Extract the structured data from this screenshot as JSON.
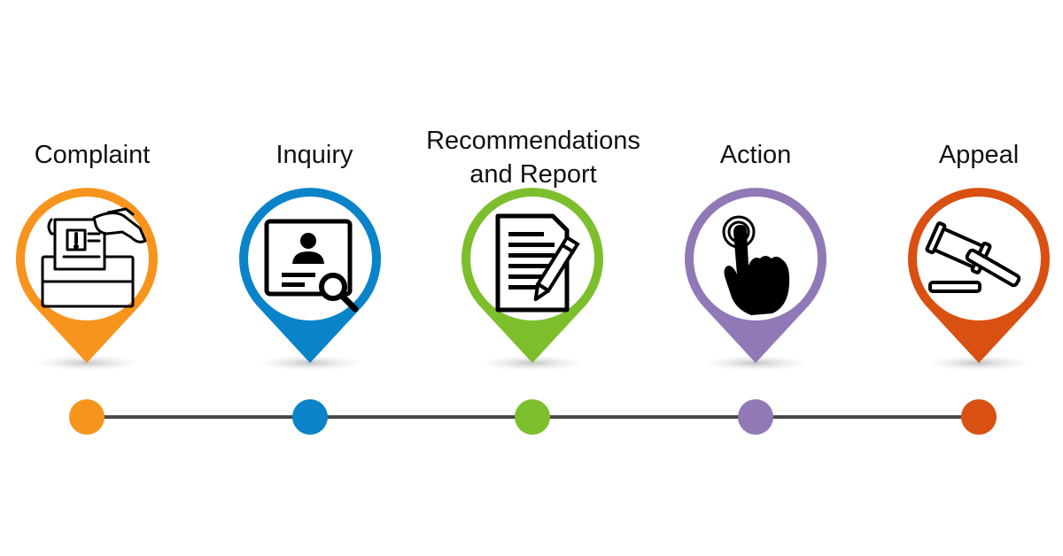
{
  "steps": [
    {
      "label": "Complaint",
      "color": "#f7941d",
      "icon": "complaint-ballot-box-icon"
    },
    {
      "label": "Inquiry",
      "color": "#0a83c9",
      "icon": "profile-search-icon"
    },
    {
      "label": "Recommendations\nand Report",
      "color": "#7dbe2d",
      "icon": "document-pencil-icon"
    },
    {
      "label": "Action",
      "color": "#9079b6",
      "icon": "pointing-hand-tap-icon"
    },
    {
      "label": "Appeal",
      "color": "#d85012",
      "icon": "gavel-icon"
    }
  ],
  "timeline_color": "#4a4a4a"
}
